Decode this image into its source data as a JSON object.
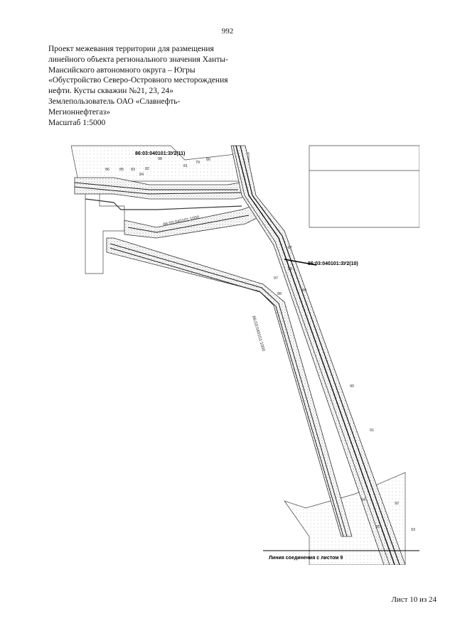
{
  "page_number": "992",
  "header": {
    "lines": [
      "Проект межевания территории для размещения",
      "линейного объекта регионального значения Ханты-",
      "Мансийского автономного округа – Югры",
      "«Обустройство Северо-Островного месторождения",
      "нефти. Кусты скважин №21, 23, 24»",
      "Землепользователь ОАО «Славнефть-",
      "Мегионнефтегаз»",
      "Масштаб 1:5000"
    ]
  },
  "map": {
    "parcel_label_top": "86:03:040101:ЗУ2(11)",
    "parcel_label_right": "86:03:040101:ЗУ2(10)",
    "connection_line_label": "Линия соединения с листом 9",
    "point_labels": [
      "86",
      "85",
      "83",
      "82",
      "84",
      "81",
      "79",
      "80",
      "87",
      "88",
      "89",
      "90",
      "91",
      "92",
      "93",
      "94",
      "95",
      "96",
      "97",
      "98"
    ],
    "road_label_upper": "86:03:040101:1000",
    "road_label_diagonal": "86:03:040101:1000"
  },
  "footer": {
    "sheet_label": "Лист 10 из 24"
  }
}
